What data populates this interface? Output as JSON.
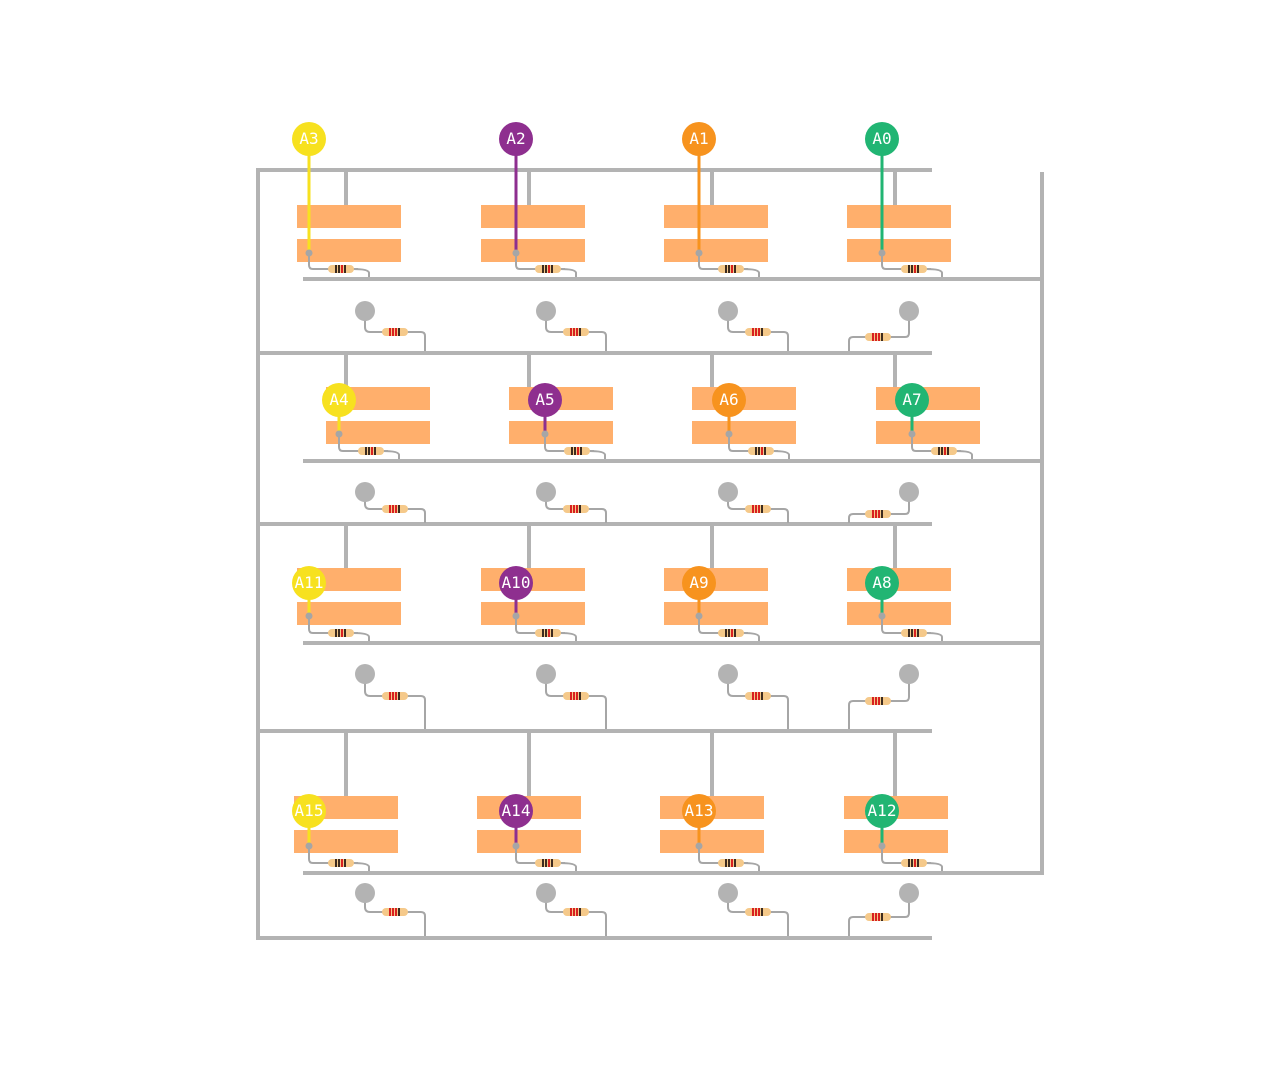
{
  "colors": {
    "background": "#ffffff",
    "rail": "#b3b3b3",
    "wire": "#a6a6a6",
    "pad": "#ffaf6c",
    "resistor_body": "#f5c98a",
    "resistor_band_dark": "#3d2b1f",
    "resistor_band_red": "#d82020",
    "label_text": "#ffffff"
  },
  "columns": [
    {
      "color_name": "yellow",
      "color": "#f7e11f"
    },
    {
      "color_name": "purple",
      "color": "#8e2f8f"
    },
    {
      "color_name": "orange",
      "color": "#f7931e"
    },
    {
      "color_name": "green",
      "color": "#21b573"
    }
  ],
  "rows": [
    {
      "labels": [
        "A3",
        "A2",
        "A1",
        "A0"
      ]
    },
    {
      "labels": [
        "A4",
        "A5",
        "A6",
        "A7"
      ]
    },
    {
      "labels": [
        "A11",
        "A10",
        "A9",
        "A8"
      ]
    },
    {
      "labels": [
        "A15",
        "A14",
        "A13",
        "A12"
      ]
    }
  ]
}
